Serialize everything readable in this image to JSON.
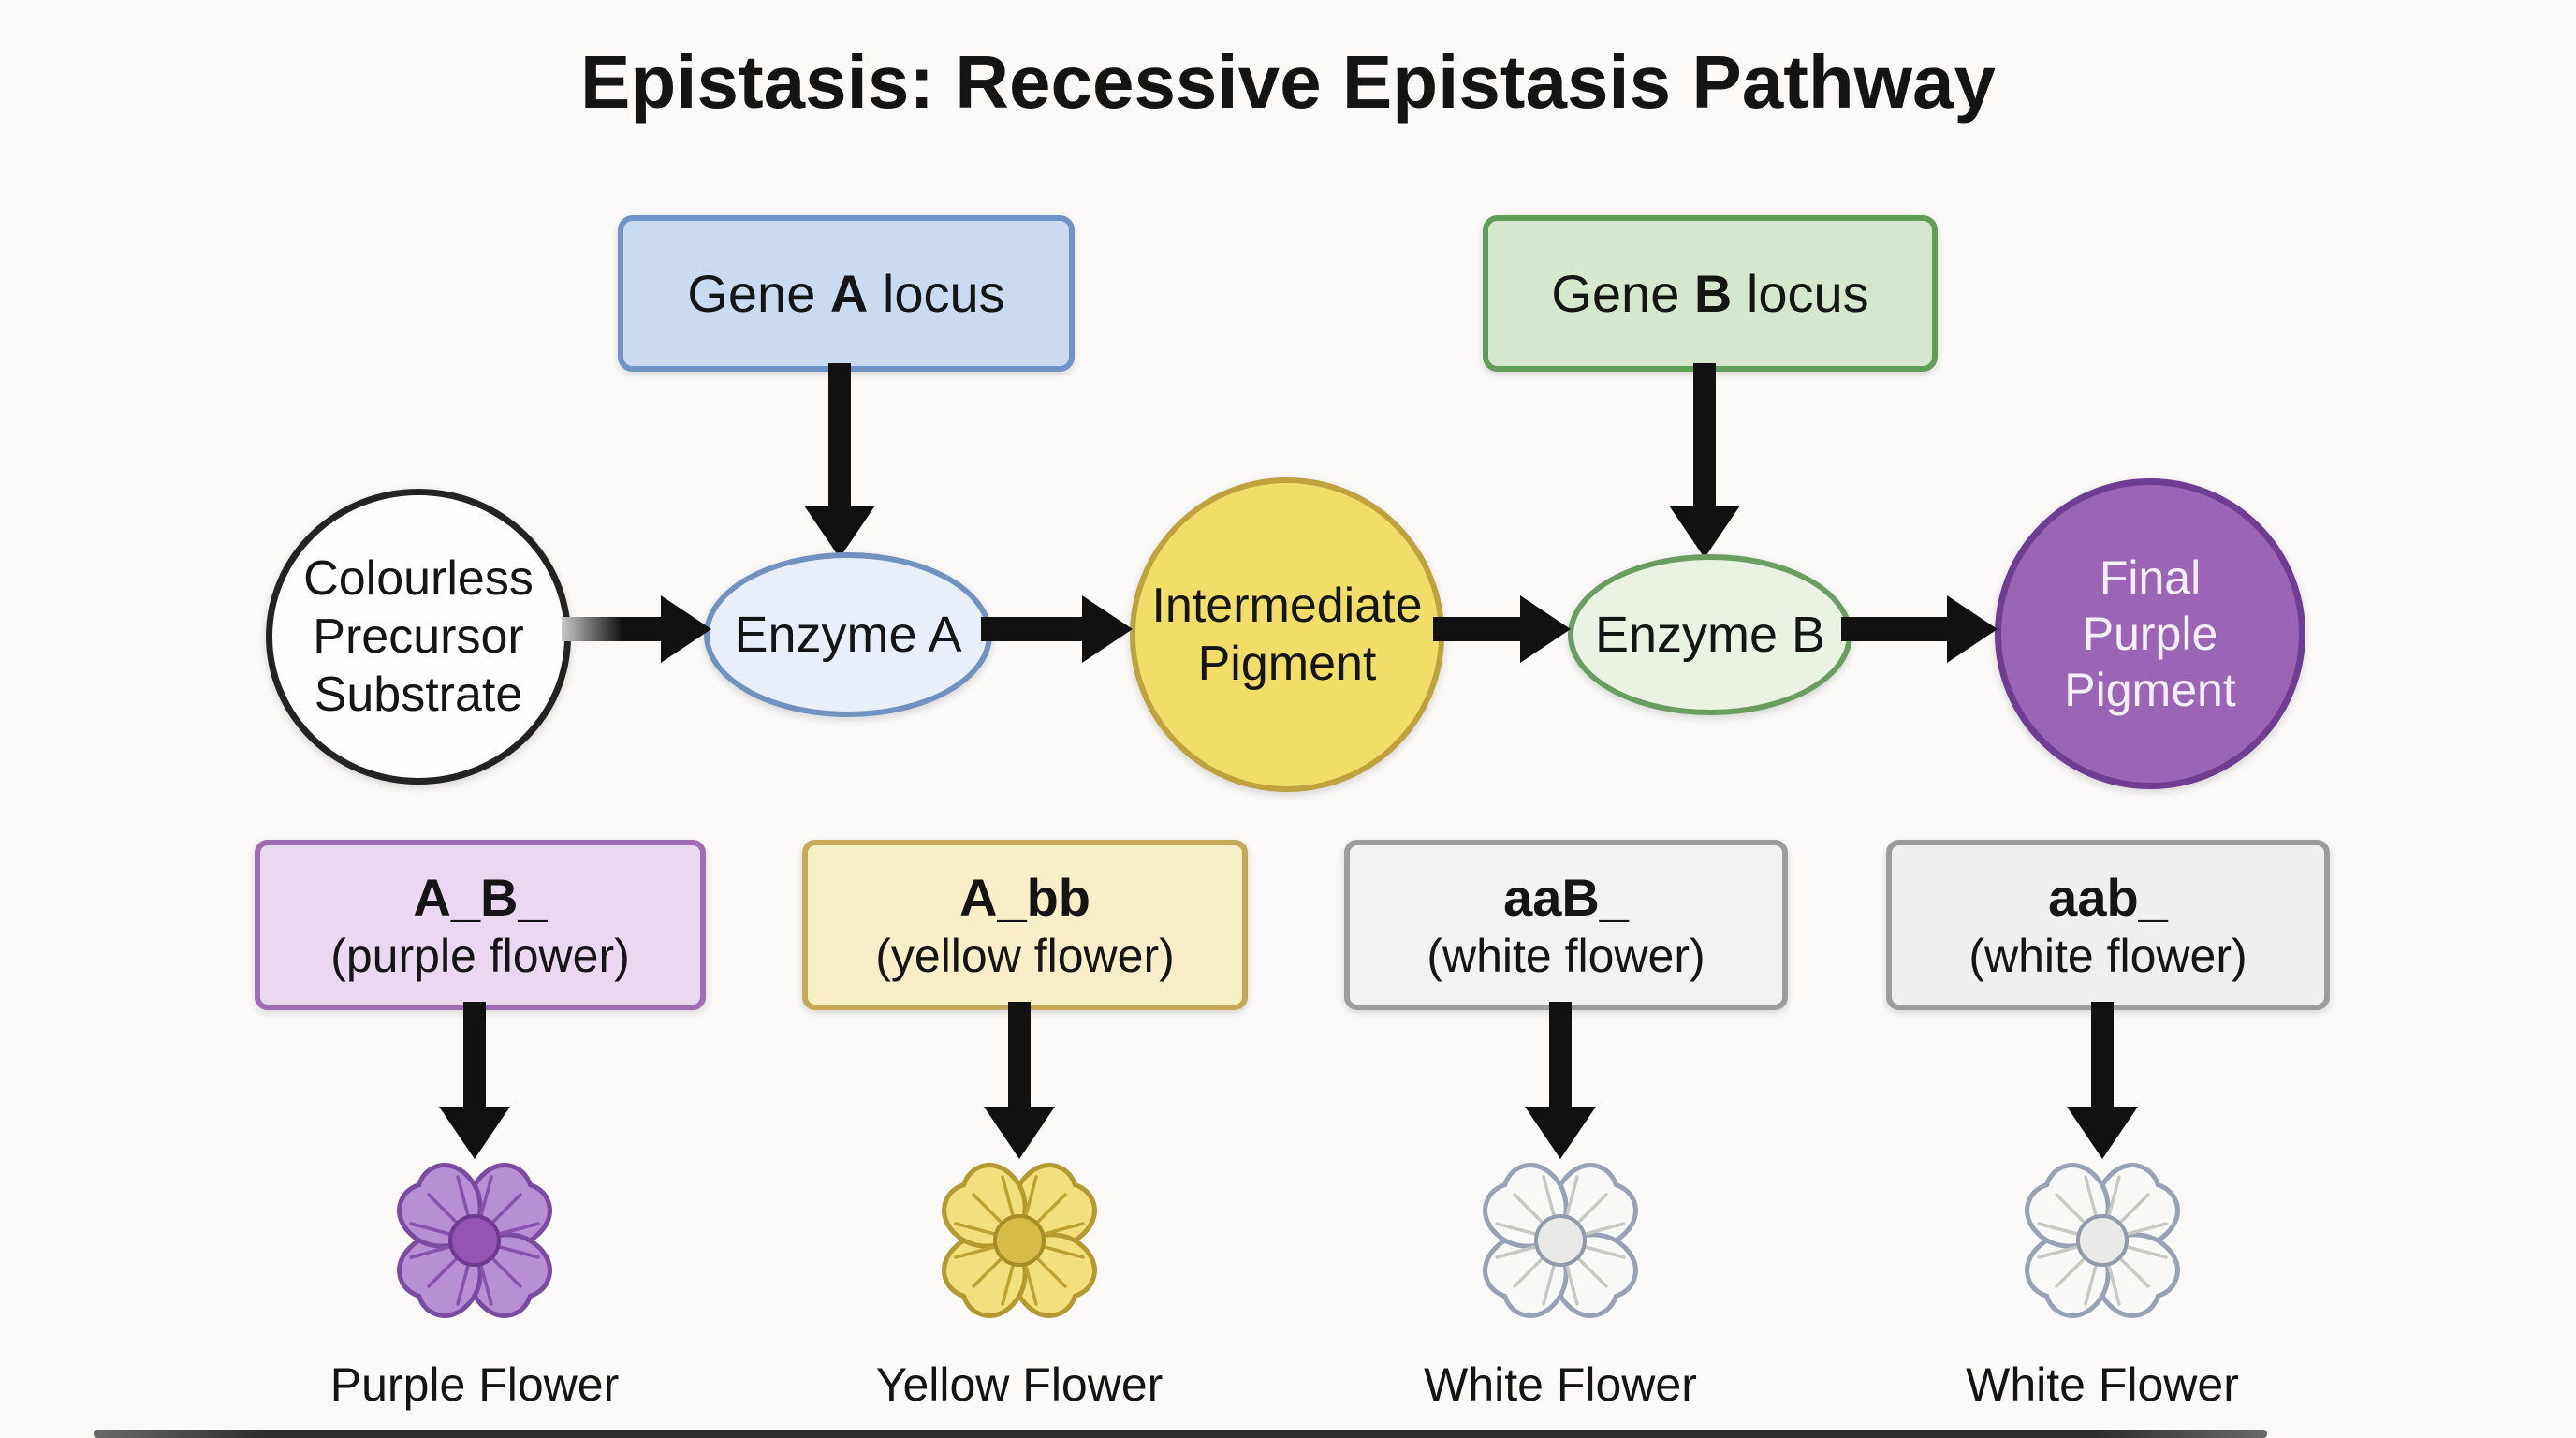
{
  "title": "Epistasis: Recessive Epistasis Pathway",
  "colors": {
    "background": "#faf9f7",
    "gene_a_fill": "#c9daf1",
    "gene_a_border": "#6f93c6",
    "gene_b_fill": "#d5e8cd",
    "gene_b_border": "#5f9e57",
    "substrate_fill": "#fefefe",
    "substrate_border": "#232323",
    "enzyme_a_fill": "#e8effa",
    "enzyme_a_border": "#7191c0",
    "intermediate_fill": "#f1dd68",
    "intermediate_border": "#bfa23e",
    "enzyme_b_fill": "#e9f2e3",
    "enzyme_b_border": "#699e60",
    "final_pigment_fill": "#9c64b4",
    "final_pigment_border": "#6f3e92",
    "arrow": "#111111"
  },
  "top_row": {
    "gene_a": {
      "pre": "Gene ",
      "bold": "A",
      "post": " locus"
    },
    "gene_b": {
      "pre": "Gene ",
      "bold": "B",
      "post": " locus"
    }
  },
  "pathway": {
    "substrate": {
      "lines": [
        "Colourless",
        "Precursor",
        "Substrate"
      ]
    },
    "enzyme_a": {
      "label": "Enzyme A"
    },
    "intermediate": {
      "lines": [
        "Intermediate",
        "Pigment"
      ]
    },
    "enzyme_b": {
      "label": "Enzyme B"
    },
    "final_pigment": {
      "lines": [
        "Final",
        "Purple",
        "Pigment"
      ]
    }
  },
  "genotypes": [
    {
      "code": "A_B_",
      "phenotype": "(purple flower)"
    },
    {
      "code": "A_bb",
      "phenotype": "(yellow flower)"
    },
    {
      "code": "aaB_",
      "phenotype": "(white flower)"
    },
    {
      "code": "aab_",
      "phenotype": "(white flower)"
    }
  ],
  "flowers": [
    {
      "label": "Purple Flower",
      "petal_fill": "#b78fd2",
      "petal_stroke": "#7a4ba1",
      "ray_stroke": "#8a50ad",
      "center_fill": "#9455b2",
      "center_stroke": "#6d3a8e"
    },
    {
      "label": "Yellow Flower",
      "petal_fill": "#f3df7d",
      "petal_stroke": "#b3992f",
      "ray_stroke": "#bfa133",
      "center_fill": "#d8bc49",
      "center_stroke": "#a68d28"
    },
    {
      "label": "White Flower",
      "petal_fill": "#f8f8f7",
      "petal_stroke": "#97a2b4",
      "ray_stroke": "#c9c9c4",
      "center_fill": "#e9e9e7",
      "center_stroke": "#8f9aab"
    },
    {
      "label": "White Flower",
      "petal_fill": "#f8f8f7",
      "petal_stroke": "#97a2b4",
      "ray_stroke": "#c9c9c4",
      "center_fill": "#e9e9e7",
      "center_stroke": "#8f9aab"
    }
  ]
}
